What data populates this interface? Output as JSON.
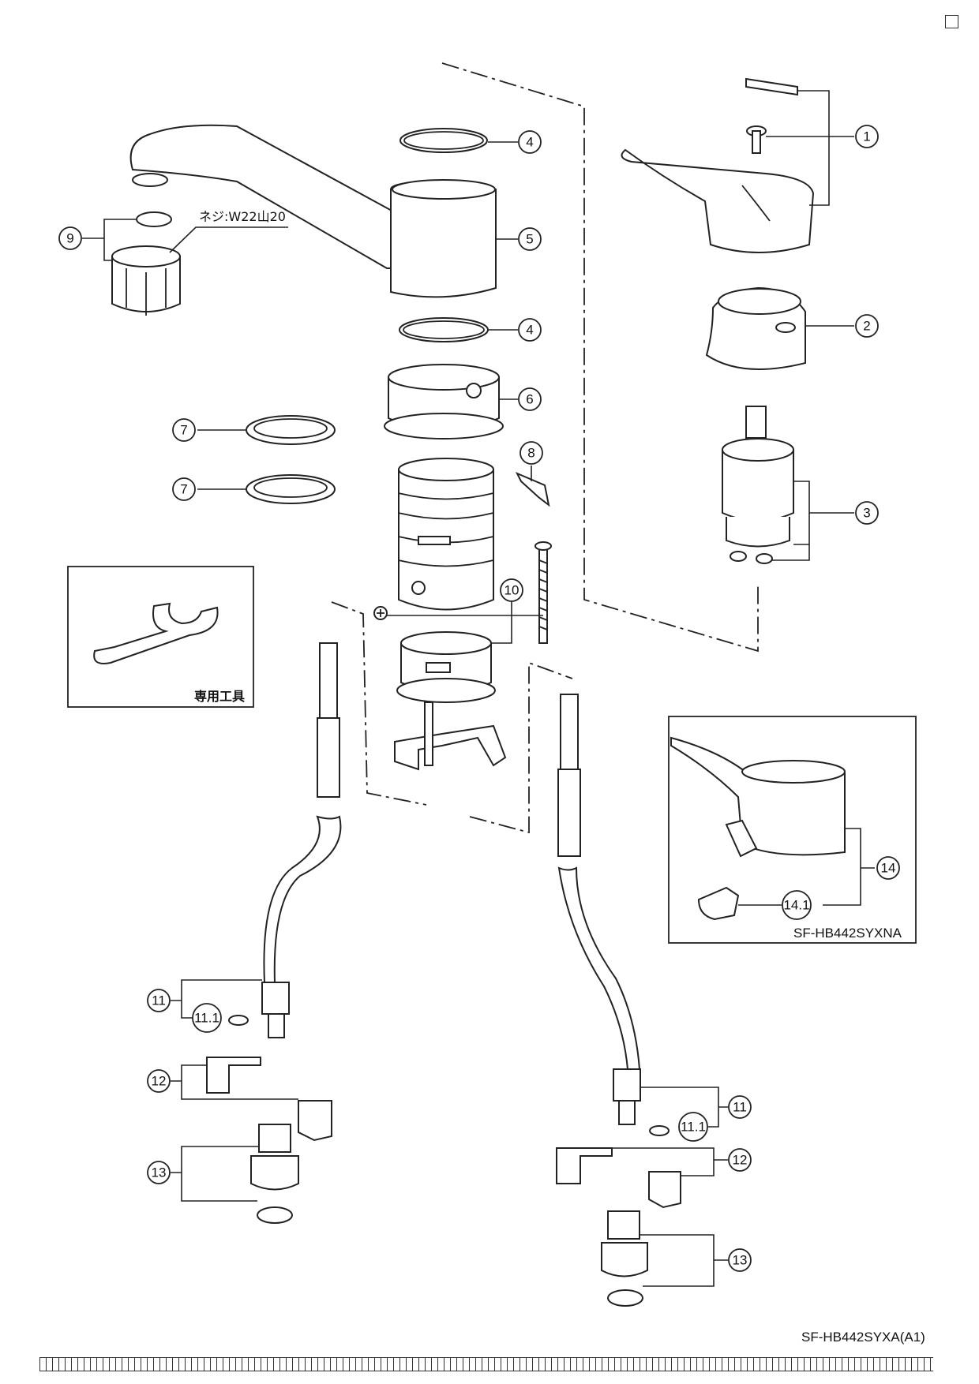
{
  "callouts": [
    {
      "id": "c1",
      "label": "1"
    },
    {
      "id": "c2",
      "label": "2"
    },
    {
      "id": "c3",
      "label": "3"
    },
    {
      "id": "c4a",
      "label": "4"
    },
    {
      "id": "c4b",
      "label": "4"
    },
    {
      "id": "c5",
      "label": "5"
    },
    {
      "id": "c6",
      "label": "6"
    },
    {
      "id": "c7a",
      "label": "7"
    },
    {
      "id": "c7b",
      "label": "7"
    },
    {
      "id": "c8",
      "label": "8"
    },
    {
      "id": "c9",
      "label": "9"
    },
    {
      "id": "c10",
      "label": "10"
    },
    {
      "id": "c11a",
      "label": "11"
    },
    {
      "id": "c11-1a",
      "label": "11.1"
    },
    {
      "id": "c11b",
      "label": "11"
    },
    {
      "id": "c11-1b",
      "label": "11.1"
    },
    {
      "id": "c12a",
      "label": "12"
    },
    {
      "id": "c12b",
      "label": "12"
    },
    {
      "id": "c13a",
      "label": "13"
    },
    {
      "id": "c13b",
      "label": "13"
    },
    {
      "id": "c14",
      "label": "14"
    },
    {
      "id": "c14-1",
      "label": "14.1"
    }
  ],
  "thread_note": "ネジ:W22山20",
  "tool_box_label": "専用工具",
  "inset_model": "SF-HB442SYXNA",
  "drawing_model": "SF-HB442SYXA(A1)"
}
